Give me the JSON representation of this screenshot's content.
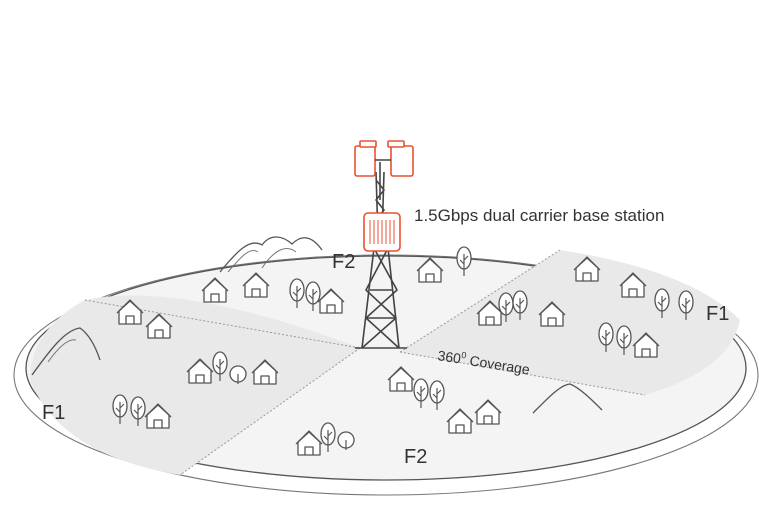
{
  "station_label": "1.5Gbps dual carrier base station",
  "coverage_base": "360",
  "coverage_sup": "0",
  "coverage_word": "Coverage",
  "sectors": {
    "top_left": "F2",
    "right": "F1",
    "left": "F1",
    "bottom": "F2"
  },
  "colors": {
    "antenna": "#e8512f",
    "line": "#555555",
    "ground": "#f4f4f4",
    "sector_shade": "#e9e9e9"
  },
  "icons": [
    "house-icon",
    "tree-icon",
    "mountain-icon",
    "antenna-panel-icon",
    "radio-unit-icon",
    "lattice-tower-icon"
  ]
}
